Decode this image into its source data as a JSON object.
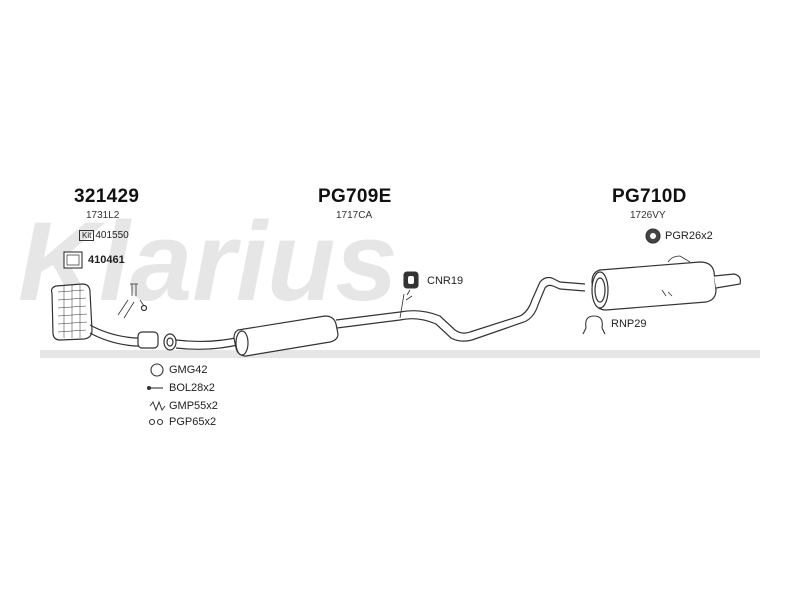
{
  "watermark": {
    "logo_text": "Klarius"
  },
  "groups": [
    {
      "part_no": "321429",
      "sub_no": "1731L2"
    },
    {
      "part_no": "PG709E",
      "sub_no": "1717CA"
    },
    {
      "part_no": "PG710D",
      "sub_no": "1726VY"
    }
  ],
  "labels": {
    "kit_badge": "Kit",
    "kit_no": "401550",
    "gasket_410461": "410461",
    "cnr19": "CNR19",
    "pgr26": "PGR26x2",
    "rnp29": "RNP29",
    "gmg42": "GMG42",
    "bol28": "BOL28x2",
    "gmp55": "GMP55x2",
    "pgp65": "PGP65x2"
  },
  "colors": {
    "line": "#333333",
    "watermark": "#e6e6e6"
  }
}
